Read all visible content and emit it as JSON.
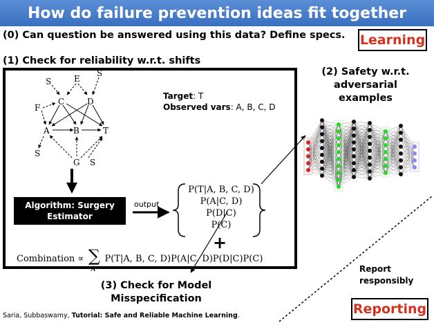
{
  "slide": {
    "title": "How do failure prevention ideas fit together",
    "step0": "(0) Can question be answered using this data? Define specs.",
    "learning_label": "Learning",
    "step1": "(1) Check for reliability w.r.t. shifts",
    "target_label": "Target",
    "target_value": ": T",
    "observed_label": "Observed vars",
    "observed_value": ": A, B, C, D",
    "algorithm_line1": "Algorithm: Surgery",
    "algorithm_line2": "Estimator",
    "output_label": "output",
    "formulas": [
      "P(T|A, B, C, D)",
      "P(A|C, D)",
      "P(D|C)",
      "P(C)"
    ],
    "combination_prefix": "Combination ∝",
    "sum_sign": "∑",
    "sum_sub": "A",
    "combination_expr": "P(T|A, B, C, D)P(A|C, D)P(D|C)P(C)",
    "plus": "+",
    "step2_line1": "(2) Safety w.r.t.",
    "step2_line2": "adversarial",
    "step2_line3": "examples",
    "step3_line1": "(3) Check for Model",
    "step3_line2": "Misspecification",
    "report_line1": "Report",
    "report_line2": "responsibly",
    "reporting_label": "Reporting",
    "citation_authors": "Saria, Subbaswamy, ",
    "citation_title": "Tutorial: Safe and Reliable Machine Learning",
    "citation_end": "."
  },
  "dag": {
    "nodes": [
      "S",
      "E",
      "S",
      "C",
      "D",
      "F",
      "A",
      "B",
      "T",
      "S",
      "G",
      "S"
    ]
  },
  "colors": {
    "title_bg": "#3a6fbf",
    "accent_red": "#d6301f",
    "nn_input": "#e02020",
    "nn_hidden": "#22dd22",
    "nn_output": "#8a8ae8",
    "nn_dark": "#111111"
  }
}
